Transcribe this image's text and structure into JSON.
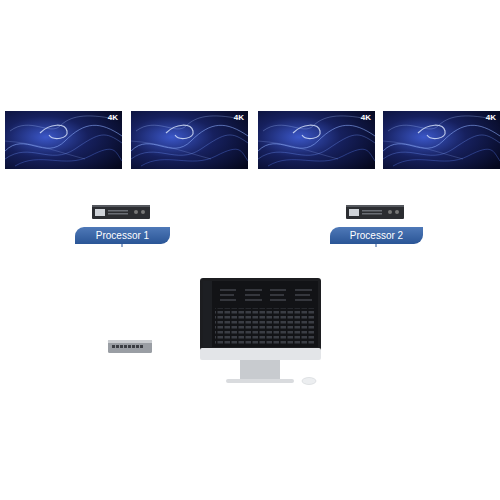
{
  "diagram": {
    "nodes": [
      {
        "text": [
          "4K"
        ]
      },
      {
        "text": [
          "4K"
        ]
      },
      {
        "text": [
          "4K"
        ]
      },
      {
        "text": [
          "4K"
        ]
      },
      {
        "text": [
          "Processor 1"
        ]
      },
      {
        "text": [
          "Processor 2"
        ]
      }
    ]
  }
}
